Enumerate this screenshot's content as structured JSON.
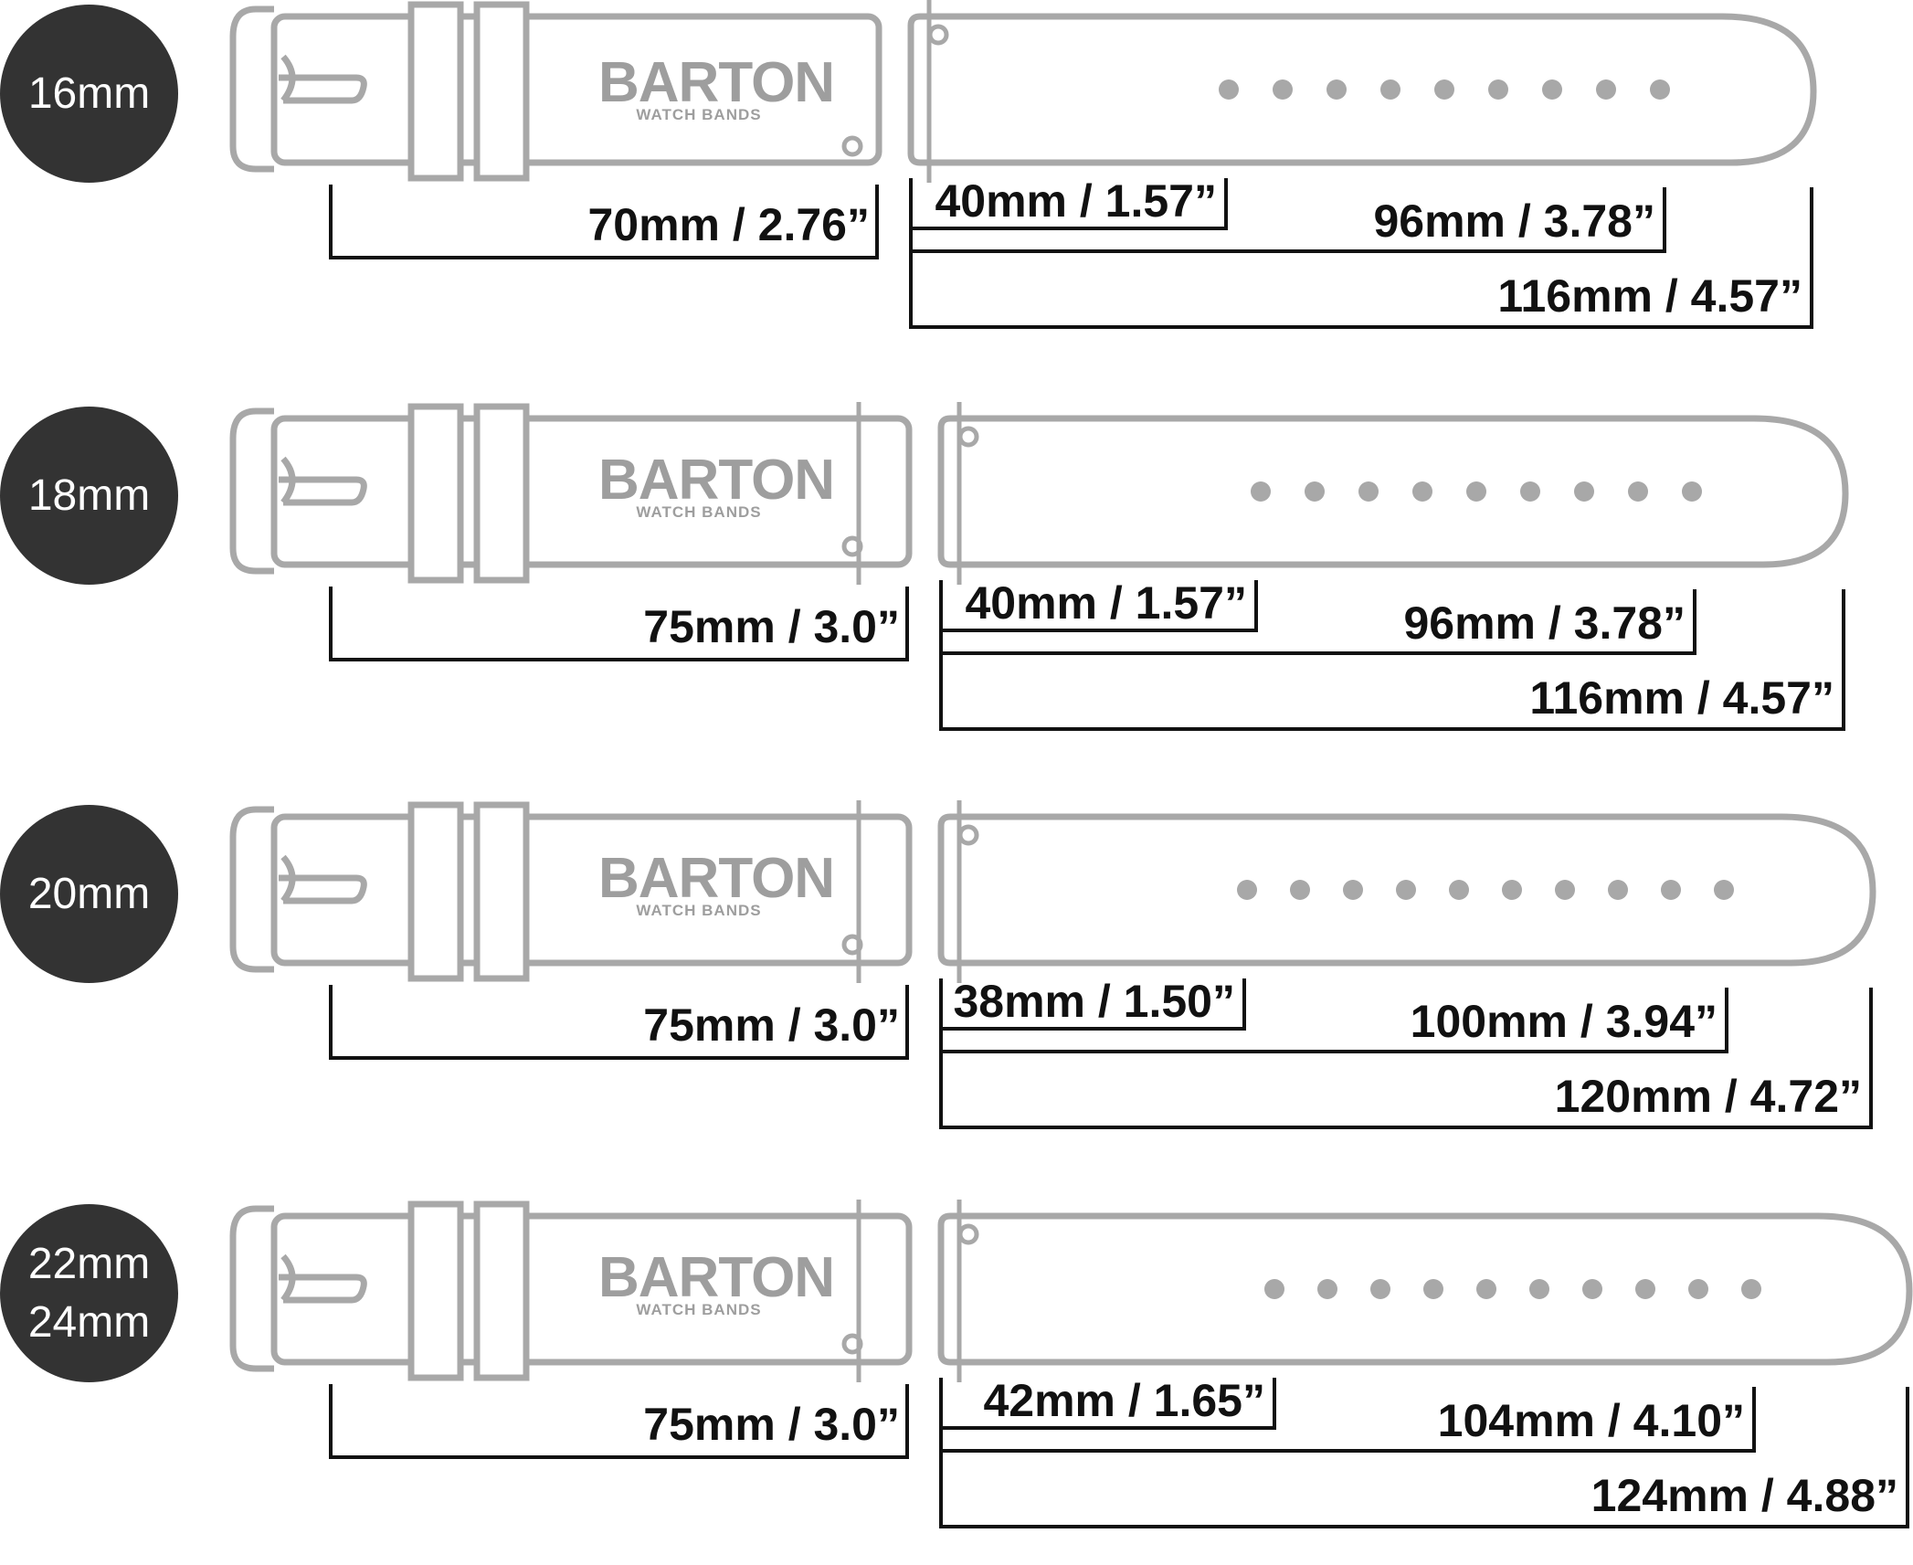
{
  "colors": {
    "badge": "#333333",
    "strap_outline": "#a8a8a8",
    "dimension_line": "#111111"
  },
  "logo": {
    "brand": "BARTON",
    "tagline": "WATCH BANDS"
  },
  "straps": [
    {
      "size_lines": [
        "16mm"
      ],
      "buckle_side": "70mm / 2.76”",
      "first_hole": "40mm / 1.57”",
      "last_hole": "96mm / 3.78”",
      "tail_length": "116mm / 4.57”",
      "holes": 9
    },
    {
      "size_lines": [
        "18mm"
      ],
      "buckle_side": "75mm / 3.0”",
      "first_hole": "40mm / 1.57”",
      "last_hole": "96mm / 3.78”",
      "tail_length": "116mm / 4.57”",
      "holes": 9
    },
    {
      "size_lines": [
        "20mm"
      ],
      "buckle_side": "75mm / 3.0”",
      "first_hole": "38mm / 1.50”",
      "last_hole": "100mm / 3.94”",
      "tail_length": "120mm / 4.72”",
      "holes": 10
    },
    {
      "size_lines": [
        "22mm",
        "24mm"
      ],
      "buckle_side": "75mm / 3.0”",
      "first_hole": "42mm / 1.65”",
      "last_hole": "104mm / 4.10”",
      "tail_length": "124mm / 4.88”",
      "holes": 10
    }
  ]
}
